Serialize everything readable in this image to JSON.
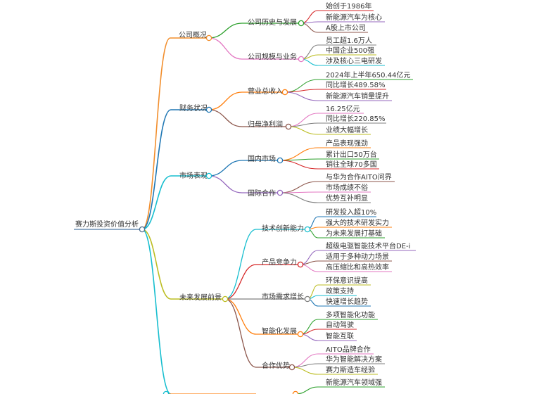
{
  "root": {
    "label": "赛力斯投资价值分析",
    "color": "#555555"
  },
  "branches": [
    {
      "label": "公司概况",
      "color": "#f28e2c",
      "children": [
        {
          "label": "公司历史与发展",
          "color": "#2ca02c",
          "leaves": [
            {
              "label": "始创于1986年",
              "color": "#d62728"
            },
            {
              "label": "新能源汽车为核心",
              "color": "#9467bd"
            },
            {
              "label": "A股上市公司",
              "color": "#8c564b"
            }
          ]
        },
        {
          "label": "公司规模与业务",
          "color": "#e377c2",
          "leaves": [
            {
              "label": "员工超1.6万人",
              "color": "#7f7f7f"
            },
            {
              "label": "中国企业500强",
              "color": "#bcbd22"
            },
            {
              "label": "涉及核心三电研发",
              "color": "#17becf"
            }
          ]
        }
      ]
    },
    {
      "label": "财务状况",
      "color": "#1f77b4",
      "children": [
        {
          "label": "营业总收入",
          "color": "#ff7f0e",
          "leaves": [
            {
              "label": "2024年上半年650.44亿元",
              "color": "#2ca02c"
            },
            {
              "label": "同比增长489.58%",
              "color": "#d62728"
            },
            {
              "label": "新能源汽车销量提升",
              "color": "#9467bd"
            }
          ]
        },
        {
          "label": "归母净利润",
          "color": "#8c564b",
          "leaves": [
            {
              "label": "16.25亿元",
              "color": "#e377c2"
            },
            {
              "label": "同比增长220.85%",
              "color": "#7f7f7f"
            },
            {
              "label": "业绩大幅增长",
              "color": "#bcbd22"
            }
          ]
        }
      ]
    },
    {
      "label": "市场表现",
      "color": "#17becf",
      "children": [
        {
          "label": "国内市场",
          "color": "#1f77b4",
          "leaves": [
            {
              "label": "产品表现强劲",
              "color": "#ff7f0e"
            },
            {
              "label": "累计出口50万台",
              "color": "#2ca02c"
            },
            {
              "label": "销往全球70多国",
              "color": "#d62728"
            }
          ]
        },
        {
          "label": "国际合作",
          "color": "#9467bd",
          "leaves": [
            {
              "label": "与华为合作AITO问界",
              "color": "#8c564b"
            },
            {
              "label": "市场成绩不俗",
              "color": "#e377c2"
            },
            {
              "label": "优势互补明显",
              "color": "#7f7f7f"
            }
          ]
        }
      ]
    },
    {
      "label": "未来发展前景",
      "color": "#bcbd22",
      "children": [
        {
          "label": "技术创新能力",
          "color": "#17becf",
          "leaves": [
            {
              "label": "研发投入超10%",
              "color": "#1f77b4"
            },
            {
              "label": "强大的技术研发实力",
              "color": "#ff7f0e"
            },
            {
              "label": "为未来发展打基础",
              "color": "#2ca02c"
            }
          ]
        },
        {
          "label": "产品竞争力",
          "color": "#d62728",
          "leaves": [
            {
              "label": "超级电驱智能技术平台DE-i",
              "color": "#9467bd"
            },
            {
              "label": "适用于多种动力场景",
              "color": "#8c564b"
            },
            {
              "label": "高压缩比和高热效率",
              "color": "#e377c2"
            }
          ]
        },
        {
          "label": "市场需求增长",
          "color": "#7f7f7f",
          "leaves": [
            {
              "label": "环保意识提高",
              "color": "#bcbd22"
            },
            {
              "label": "政策支持",
              "color": "#17becf"
            },
            {
              "label": "快速增长趋势",
              "color": "#1f77b4"
            }
          ]
        },
        {
          "label": "智能化发展",
          "color": "#ff7f0e",
          "leaves": [
            {
              "label": "多项智能化功能",
              "color": "#2ca02c"
            },
            {
              "label": "自动驾驶",
              "color": "#d62728"
            },
            {
              "label": "智能互联",
              "color": "#9467bd"
            }
          ]
        },
        {
          "label": "合作优势",
          "color": "#8c564b",
          "leaves": [
            {
              "label": "AITO品牌合作",
              "color": "#e377c2"
            },
            {
              "label": "华为智能解决方案",
              "color": "#7f7f7f"
            },
            {
              "label": "赛力斯造车经验",
              "color": "#bcbd22"
            }
          ]
        }
      ]
    },
    {
      "label": "",
      "color": "#17becf",
      "children": [
        {
          "label": "",
          "color": "#ff7f0e",
          "leaves": [
            {
              "label": "新能源汽车领域强",
              "color": "#2ca02c"
            }
          ]
        }
      ]
    }
  ]
}
